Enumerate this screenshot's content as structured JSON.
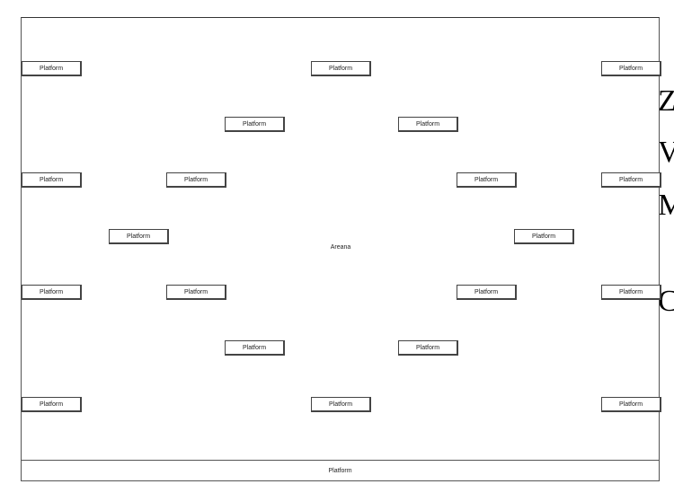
{
  "background_bullets": [
    "Z",
    "V",
    "M",
    "C"
  ],
  "arena_label": "Areana",
  "platform_label": "Platform",
  "platforms": [
    {
      "label": "Platform"
    },
    {
      "label": "Platform"
    },
    {
      "label": "Platform"
    },
    {
      "label": "Platform"
    },
    {
      "label": "Platform"
    },
    {
      "label": "Platform"
    },
    {
      "label": "Platform"
    },
    {
      "label": "Platform"
    },
    {
      "label": "Platform"
    },
    {
      "label": "Platform"
    },
    {
      "label": "Platform"
    },
    {
      "label": "Platform"
    },
    {
      "label": "Platform"
    },
    {
      "label": "Platform"
    },
    {
      "label": "Platform"
    },
    {
      "label": "Platform"
    },
    {
      "label": "Platform"
    },
    {
      "label": "Platform"
    },
    {
      "label": "Platform"
    },
    {
      "label": "Platform"
    }
  ],
  "bottom_platform": {
    "label": "Platform"
  }
}
